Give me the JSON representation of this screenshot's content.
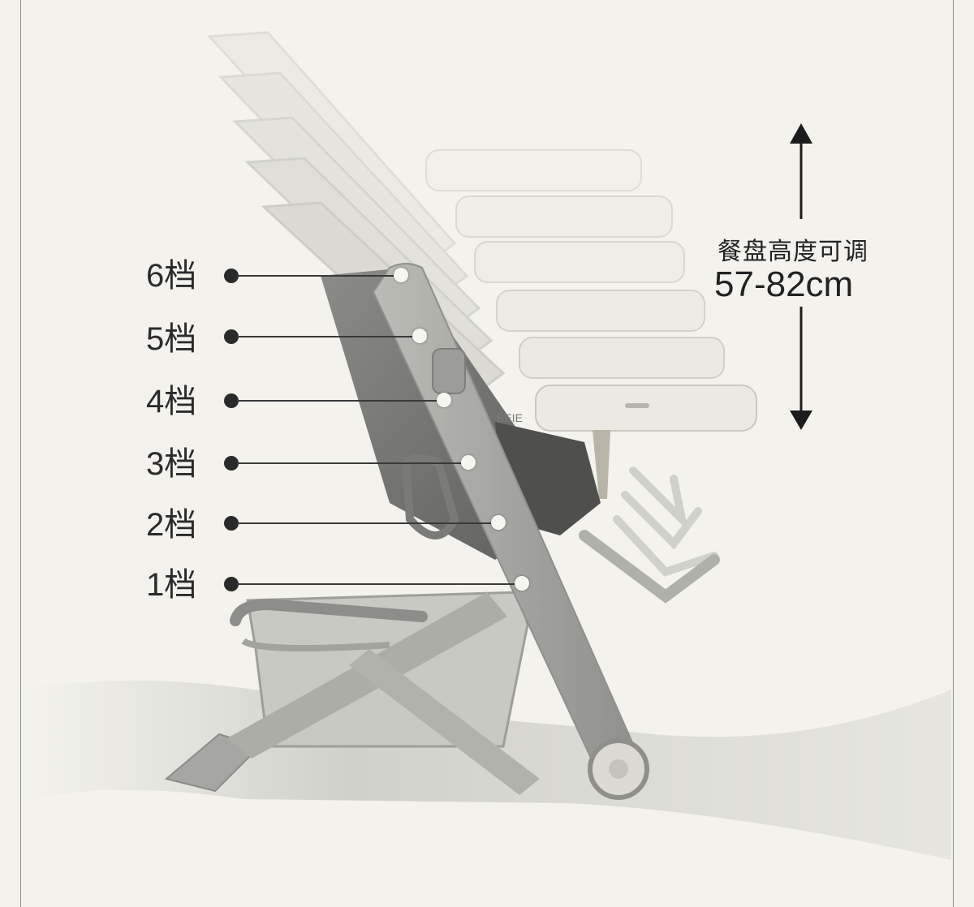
{
  "levels": {
    "l6": "6档",
    "l5": "5档",
    "l4": "4档",
    "l3": "3档",
    "l2": "2档",
    "l1": "1档"
  },
  "tray": {
    "caption": "餐盘高度可调",
    "range": "57-82cm"
  },
  "brand_marking": "BEIE",
  "colors": {
    "background": "#f3f2ec",
    "frame": "#a9a9a4",
    "tray": "#ebe9e1",
    "text": "#222222"
  }
}
